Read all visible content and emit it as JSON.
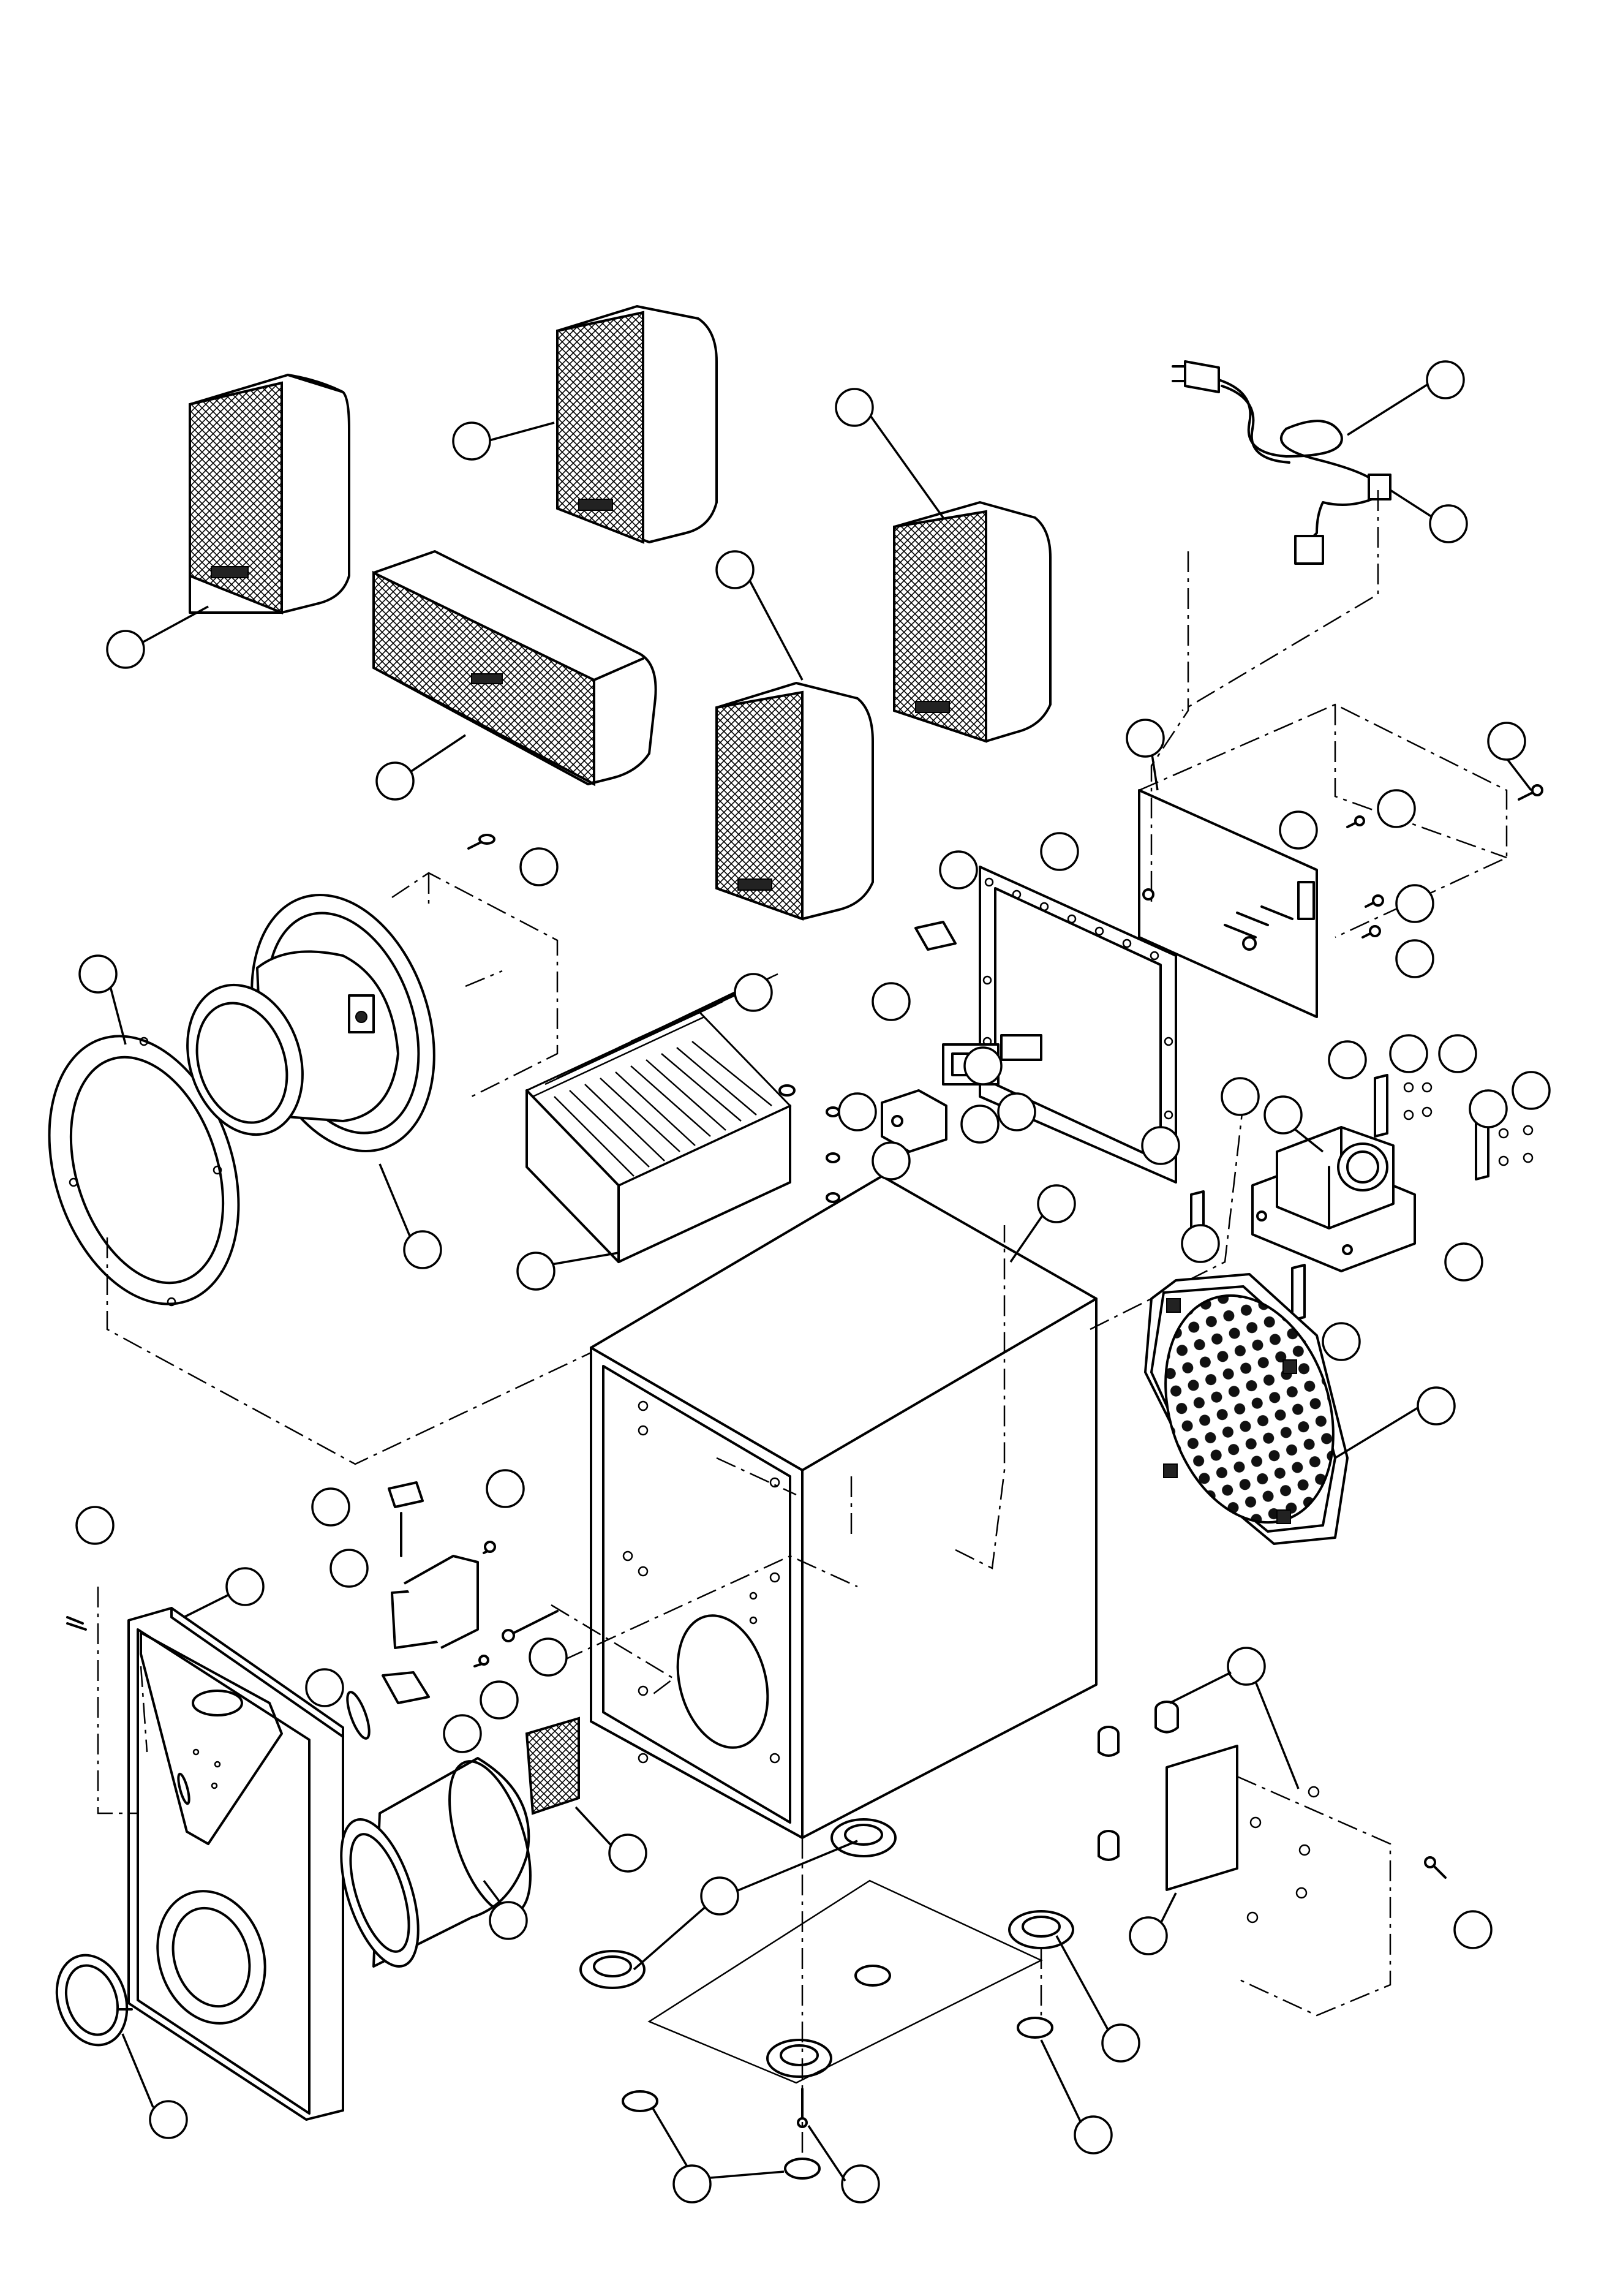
{
  "diagram": {
    "type": "exploded-parts-view",
    "parts": [
      {
        "id": "satellite-speaker-front-left"
      },
      {
        "id": "satellite-speaker-front-right"
      },
      {
        "id": "center-speaker"
      },
      {
        "id": "satellite-speaker-rear-left"
      },
      {
        "id": "satellite-speaker-rear-right"
      },
      {
        "id": "power-cord"
      },
      {
        "id": "power-cord-connector"
      },
      {
        "id": "amplifier-pcb"
      },
      {
        "id": "pcb-mounting-screw"
      },
      {
        "id": "rear-panel-plate"
      },
      {
        "id": "woofer-driver"
      },
      {
        "id": "woofer-trim-ring"
      },
      {
        "id": "heat-sink"
      },
      {
        "id": "power-transformer"
      },
      {
        "id": "transformer-brackets"
      },
      {
        "id": "subwoofer-cabinet"
      },
      {
        "id": "woofer-grille"
      },
      {
        "id": "front-baffle-panel"
      },
      {
        "id": "bass-port-tube"
      },
      {
        "id": "port-grille-mesh"
      },
      {
        "id": "port-trim-ring"
      },
      {
        "id": "terminal-plate"
      },
      {
        "id": "cabinet-feet"
      },
      {
        "id": "rubber-pads"
      },
      {
        "id": "screws-and-washers"
      }
    ],
    "callouts": [
      {
        "name": "callout-speaker-fl"
      },
      {
        "name": "callout-speaker-fr"
      },
      {
        "name": "callout-center"
      },
      {
        "name": "callout-speaker-rl"
      },
      {
        "name": "callout-speaker-rr"
      },
      {
        "name": "callout-power-cord"
      },
      {
        "name": "callout-cord-connector"
      },
      {
        "name": "callout-pcb"
      },
      {
        "name": "callout-pcb-screw"
      },
      {
        "name": "callout-woofer"
      },
      {
        "name": "callout-trim-ring"
      },
      {
        "name": "callout-heatsink"
      },
      {
        "name": "callout-transformer"
      },
      {
        "name": "callout-cabinet"
      },
      {
        "name": "callout-grille"
      },
      {
        "name": "callout-baffle"
      },
      {
        "name": "callout-port-tube"
      },
      {
        "name": "callout-port-mesh"
      },
      {
        "name": "callout-port-ring"
      },
      {
        "name": "callout-terminal"
      },
      {
        "name": "callout-feet"
      },
      {
        "name": "callout-pads"
      }
    ]
  }
}
